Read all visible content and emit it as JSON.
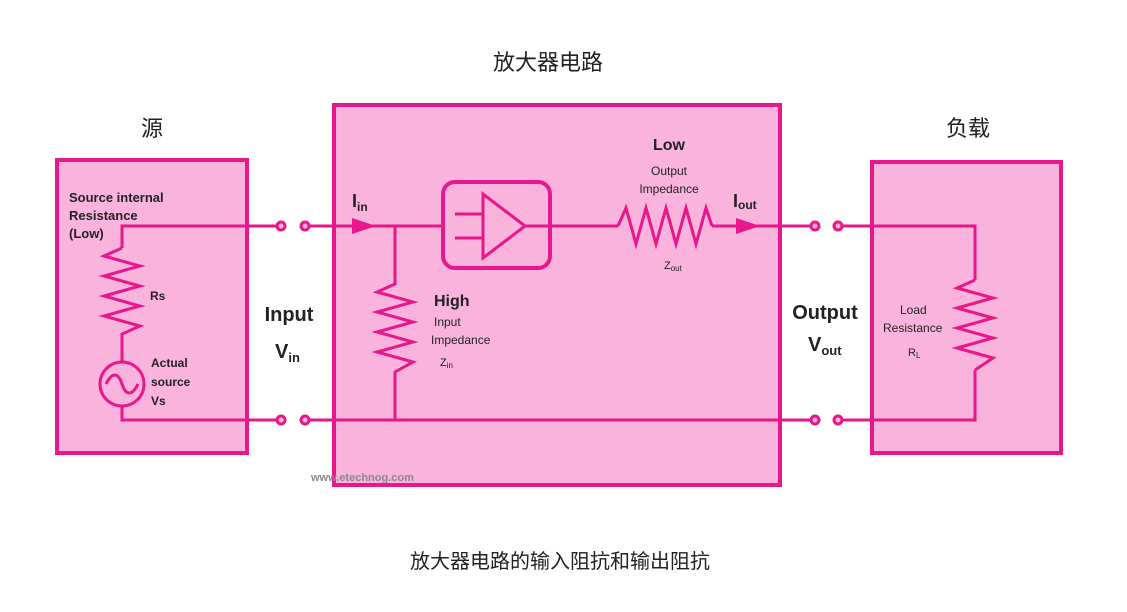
{
  "colors": {
    "box_fill": "#f9b3dc",
    "box_stroke": "#e8178a",
    "wire": "#e8178a",
    "text": "#222222",
    "watermark": "#8a8a8a"
  },
  "title": "放大器电路",
  "caption": "放大器电路的输入阻抗和输出阻抗",
  "watermark": "www.etechnog.com",
  "source": {
    "heading": "源",
    "internal_label_1": "Source internal",
    "internal_label_2": "Resistance",
    "internal_label_3": "(Low)",
    "rs_label": "Rs",
    "actual_label_1": "Actual",
    "actual_label_2": "source",
    "actual_label_3": "Vs"
  },
  "input": {
    "label": "Input",
    "v_main": "V",
    "v_sub": "in",
    "i_main": "I",
    "i_sub": "in"
  },
  "amplifier": {
    "high_label": "High",
    "input_label": "Input",
    "impedance_label": "Impedance",
    "zin_main": "Z",
    "zin_sub": "in",
    "low_label": "Low",
    "output_label": "Output",
    "out_impedance_label": "Impedance",
    "zout_main": "Z",
    "zout_sub": "out",
    "iout_main": "I",
    "iout_sub": "out"
  },
  "output": {
    "label": "Output",
    "v_main": "V",
    "v_sub": "out"
  },
  "load": {
    "heading": "负载",
    "load_label_1": "Load",
    "load_label_2": "Resistance",
    "rl_main": "R",
    "rl_sub": "L"
  }
}
